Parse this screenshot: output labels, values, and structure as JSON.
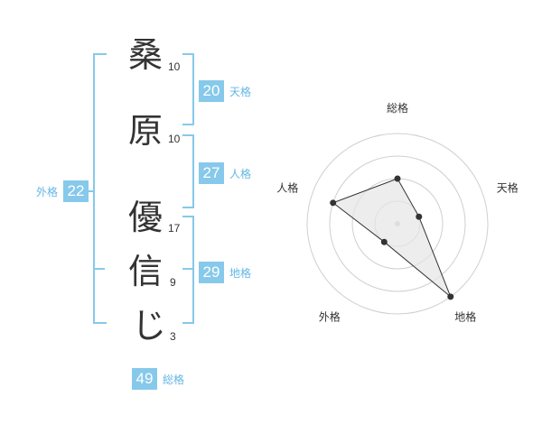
{
  "name_chars": [
    {
      "char": "桑",
      "strokes": "10"
    },
    {
      "char": "原",
      "strokes": "10"
    },
    {
      "char": "優",
      "strokes": "17"
    },
    {
      "char": "信",
      "strokes": "9"
    },
    {
      "char": "じ",
      "strokes": "3"
    }
  ],
  "kaku": {
    "tenkaku": {
      "value": "20",
      "label": "天格"
    },
    "jinkaku": {
      "value": "27",
      "label": "人格"
    },
    "chikaku": {
      "value": "29",
      "label": "地格"
    },
    "gaikaku": {
      "value": "22",
      "label": "外格"
    },
    "soukaku": {
      "value": "49",
      "label": "総格"
    }
  },
  "colors": {
    "accent": "#86c9ea",
    "bracket": "#86c9ea",
    "label": "#63b7e3"
  },
  "chart_data": {
    "type": "radar",
    "axes": [
      "総格",
      "天格",
      "地格",
      "外格",
      "人格"
    ],
    "values": [
      0.5,
      0.25,
      1.0,
      0.25,
      0.75
    ],
    "range": [
      0,
      1
    ],
    "rings": 4
  }
}
